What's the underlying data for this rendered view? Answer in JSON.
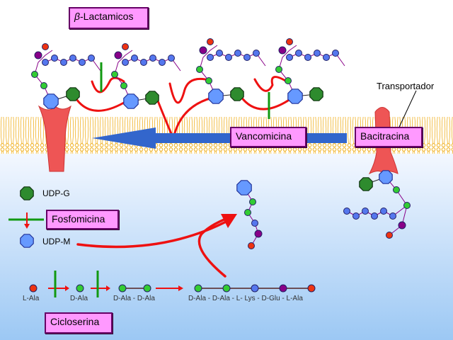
{
  "labels": {
    "beta_prefix": "β",
    "beta_lactamicos": "-Lactamicos",
    "vancomicina": "Vancomicina",
    "bacitracina": "Bacitracina",
    "fosfomicina": "Fosfomicina",
    "cicloserina": "Cicloserina",
    "transportador": "Transportador"
  },
  "legend": {
    "udp_g": "UDP-G",
    "udp_m": "UDP-M"
  },
  "amino_acids": {
    "l_ala": "L-Ala",
    "d_ala": "D-Ala",
    "d_ala_d_ala": "D-Ala - D-Ala",
    "pentapeptide": "D-Ala  -  D-Ala  - L- Lys  - D-Glu  - L-Ala"
  },
  "colors": {
    "udp_g": "#2e8b2e",
    "udp_m": "#6699ff",
    "green_residue": "#33cc33",
    "lys": "#5577ee",
    "glu": "#880088",
    "ala": "#ee3311",
    "crosslink": "#ee1111",
    "inhibitor_bar": "#119911",
    "arrow": "#3366cc",
    "label_fill": "#ff99ff",
    "membrane": "#f0b020"
  }
}
